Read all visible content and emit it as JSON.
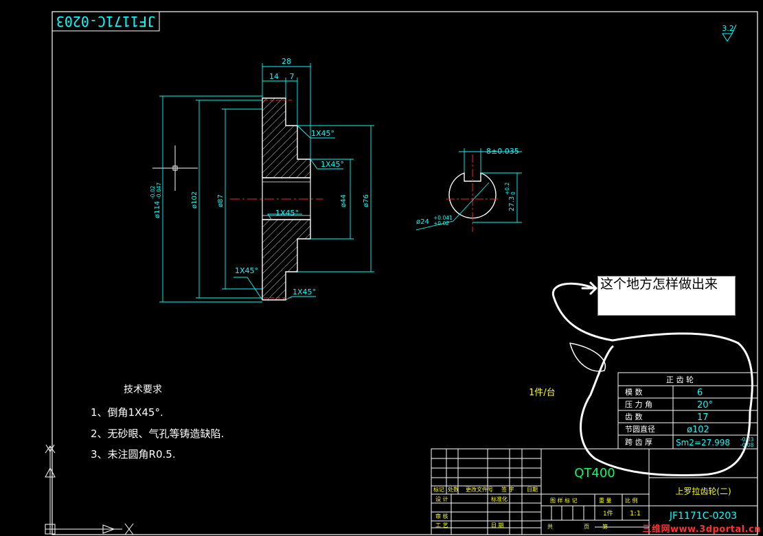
{
  "drawing_number_box": "JF1171C-0203",
  "surface_roughness": "3.2",
  "dims": {
    "d28": "28",
    "d14": "14",
    "d7": "7",
    "chamfer": "1X45°",
    "dia114": "ø114",
    "dia114_tol_upper": "-0.02",
    "dia114_tol_lower": "-0.047",
    "dia102": "ø102",
    "dia87": "ø87",
    "dia44": "ø44",
    "dia76": "ø76",
    "keyway_width": "8±0.035",
    "bore_dia": "ø24",
    "bore_tol_upper": "+0.041",
    "bore_tol_lower": "+0.02",
    "keyway_depth": "27.3",
    "keyway_tol_upper": "+0.2",
    "keyway_tol_lower": "0"
  },
  "tech_requirements": {
    "title": "技术要求",
    "items": [
      "1、倒角1X45°.",
      "2、无砂眼、气孔等铸造缺陷.",
      "3、未注圆角R0.5."
    ]
  },
  "quantity_note": "1件/台",
  "callout_text": "这个地方怎样做出来",
  "gear_table": {
    "title": "正 齿 轮",
    "rows": [
      {
        "label": "模   数",
        "value": "6"
      },
      {
        "label": "压 力 角",
        "value": "20°"
      },
      {
        "label": "齿   数",
        "value": "17"
      },
      {
        "label": "节圆直径",
        "value": "ø102"
      },
      {
        "label": "跨 齿 厚",
        "value": "Sm2=27.998",
        "tol_upper": "-0.03",
        "tol_lower": "-0.08"
      }
    ]
  },
  "title_block": {
    "material": "QT400",
    "part_name": "上罗拉齿轮(二)",
    "drawing_no": "JF1171C-0203",
    "row_labels": [
      "标记",
      "处数",
      "更改文件号",
      "签 字",
      "日期"
    ],
    "designer": "设 计",
    "standardize": "标准化",
    "checker": "审 核",
    "process": "工 艺",
    "date": "日 期",
    "stage_mark": "图 样 标 记",
    "weight": "重 量",
    "scale_label": "比 例",
    "qty": "1件",
    "scale": "1:1",
    "sheet_total": "共",
    "sheet": "页",
    "sheet_no": "第"
  },
  "watermark": "三维网www.3dportal.cn"
}
